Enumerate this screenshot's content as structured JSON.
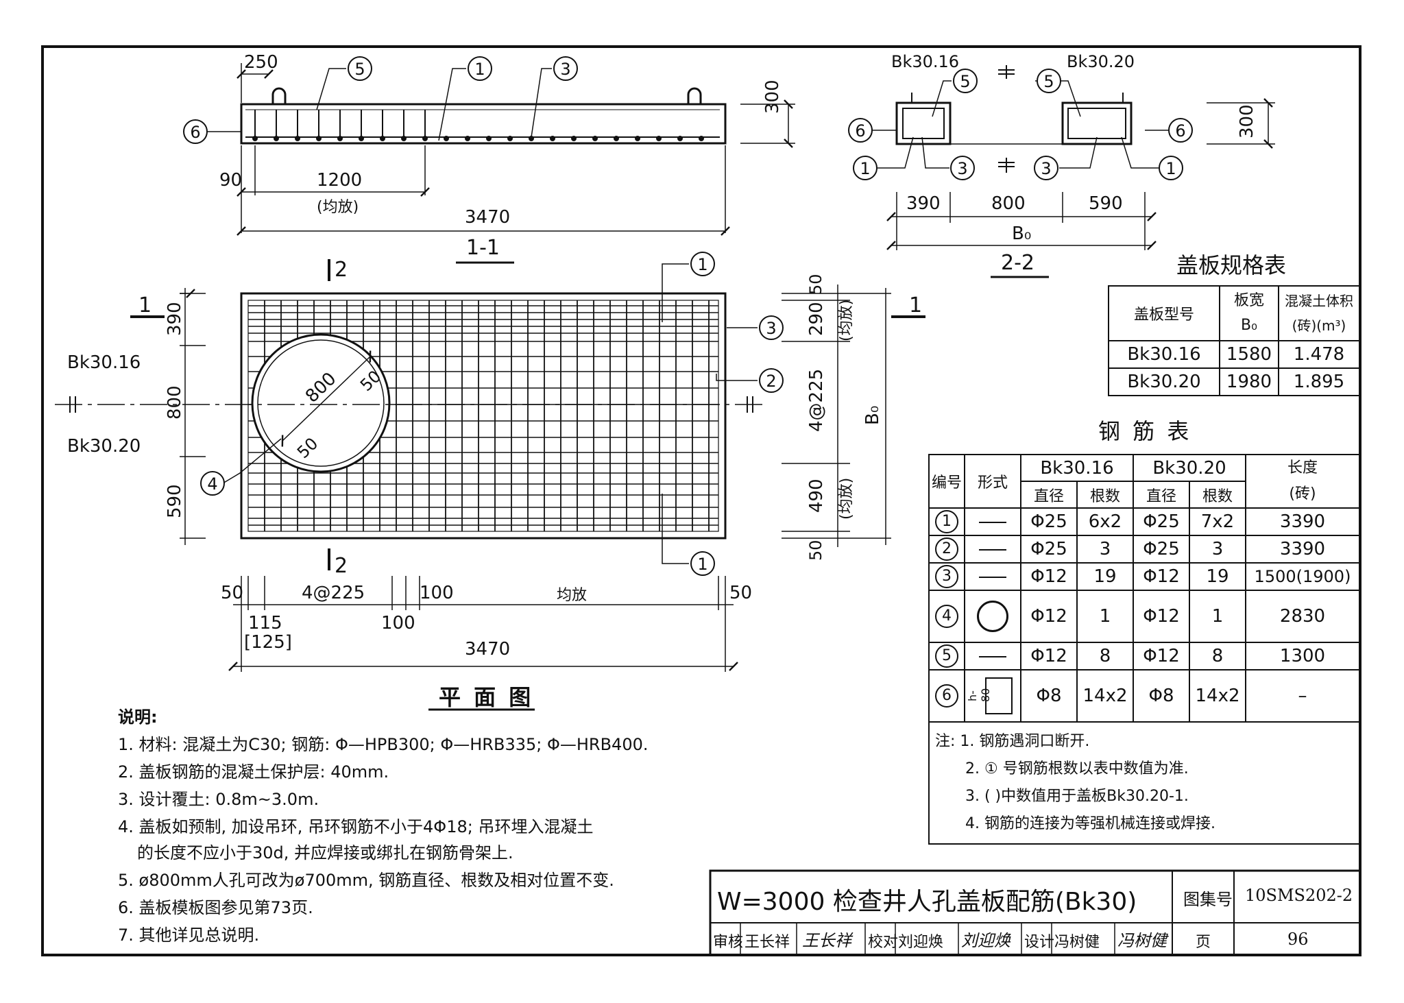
{
  "sec11": {
    "title": "1-1",
    "dims": {
      "d250": "250",
      "d300": "300",
      "d90": "90",
      "d1200": "1200",
      "junfang": "(均放)",
      "d3470": "3470"
    },
    "callouts": {
      "c6": "6",
      "c5": "5",
      "c1": "1",
      "c3": "3"
    }
  },
  "sec22": {
    "title": "2-2",
    "left_label": "Bk30.16",
    "right_label": "Bk30.20",
    "dims": {
      "d390": "390",
      "d800": "800",
      "d590": "590",
      "b0": "B₀",
      "d300": "300"
    },
    "callouts": {
      "c5a": "5",
      "c5b": "5",
      "c6a": "6",
      "c6b": "6",
      "c1a": "1",
      "c3a": "3",
      "c3b": "3",
      "c1b": "1"
    }
  },
  "plan": {
    "title": "平 面 图",
    "label_16": "Bk30.16",
    "label_20": "Bk30.20",
    "sec1_left": "1",
    "sec1_right": "1",
    "sec2_top": "2",
    "sec2_bottom": "2",
    "circle_dim": "800",
    "circle_50a": "50",
    "circle_50b": "50",
    "left_dims": {
      "d390": "390",
      "d800": "800",
      "d590": "590"
    },
    "right_dims": {
      "d50a": "50",
      "d290": "290",
      "junfang1": "(均放)",
      "d4at225": "4@225",
      "d490": "490",
      "junfang2": "(均放)",
      "d50b": "50",
      "b0": "B₀"
    },
    "bottom_dims": {
      "d50a": "50",
      "d4at225": "4@225",
      "d100a": "100",
      "junfang": "均放",
      "d50b": "50",
      "d115": "115",
      "d125": "[125]",
      "d100b": "100",
      "d3470": "3470"
    },
    "callouts": {
      "c1top": "1",
      "c3": "3",
      "c2": "2",
      "c4": "4",
      "c1bot": "1"
    }
  },
  "spec_table": {
    "title": "盖板规格表",
    "header_model": "盖板型号",
    "header_width": "板宽",
    "header_width_sym": "B₀",
    "header_volume": "混凝土体积",
    "header_volume_unit": "(砖)(m³)",
    "rows": [
      {
        "model": "Bk30.16",
        "width": "1580",
        "volume": "1.478"
      },
      {
        "model": "Bk30.20",
        "width": "1980",
        "volume": "1.895"
      }
    ]
  },
  "rebar_table": {
    "title": "钢 筋 表",
    "h_no": "编号",
    "h_shape": "形式",
    "h_bk16": "Bk30.16",
    "h_bk20": "Bk30.20",
    "h_len": "长度",
    "h_len_unit": "(砖)",
    "h_dia1": "直径",
    "h_cnt1": "根数",
    "h_dia2": "直径",
    "h_cnt2": "根数",
    "shape6_label": "h-80",
    "rows": [
      {
        "no": "1",
        "d1": "Φ25",
        "n1": "6x2",
        "d2": "Φ25",
        "n2": "7x2",
        "len": "3390"
      },
      {
        "no": "2",
        "d1": "Φ25",
        "n1": "3",
        "d2": "Φ25",
        "n2": "3",
        "len": "3390"
      },
      {
        "no": "3",
        "d1": "Φ12",
        "n1": "19",
        "d2": "Φ12",
        "n2": "19",
        "len": "1500(1900)"
      },
      {
        "no": "4",
        "d1": "Φ12",
        "n1": "1",
        "d2": "Φ12",
        "n2": "1",
        "len": "2830"
      },
      {
        "no": "5",
        "d1": "Φ12",
        "n1": "8",
        "d2": "Φ12",
        "n2": "8",
        "len": "1300"
      },
      {
        "no": "6",
        "d1": "Φ8",
        "n1": "14x2",
        "d2": "Φ8",
        "n2": "14x2",
        "len": "–"
      }
    ],
    "notes_head": "注:",
    "notes": [
      "1. 钢筋遇洞口断开.",
      "2. ① 号钢筋根数以表中数值为准.",
      "3. ( )中数值用于盖板Bk30.20-1.",
      "4. 钢筋的连接为等强机械连接或焊接."
    ]
  },
  "description": {
    "head": "说明:",
    "items": [
      "1. 材料: 混凝土为C30; 钢筋: Φ—HPB300; Φ—HRB335; Φ—HRB400.",
      "2. 盖板钢筋的混凝土保护层: 40mm.",
      "3. 设计覆土: 0.8m~3.0m.",
      "4. 盖板如预制, 加设吊环, 吊环钢筋不小于4Φ18; 吊环埋入混凝土",
      "的长度不应小于30d, 并应焊接或绑扎在钢筋骨架上.",
      "5. ø800mm人孔可改为ø700mm, 钢筋直径、根数及相对位置不变.",
      "6. 盖板模板图参见第73页.",
      "7. 其他详见总说明."
    ]
  },
  "title_block": {
    "title": "W=3000 检查井人孔盖板配筋(Bk30)",
    "atlas_label": "图集号",
    "atlas_no": "10SMS202-2",
    "review_label": "审核",
    "review_name": "王长祥",
    "review_sign": "王长祥",
    "check_label": "校对",
    "check_name": "刘迎焕",
    "check_sign": "刘迎焕",
    "design_label": "设计",
    "design_name": "冯树健",
    "design_sign": "冯树健",
    "page_label": "页",
    "page_no": "96"
  }
}
